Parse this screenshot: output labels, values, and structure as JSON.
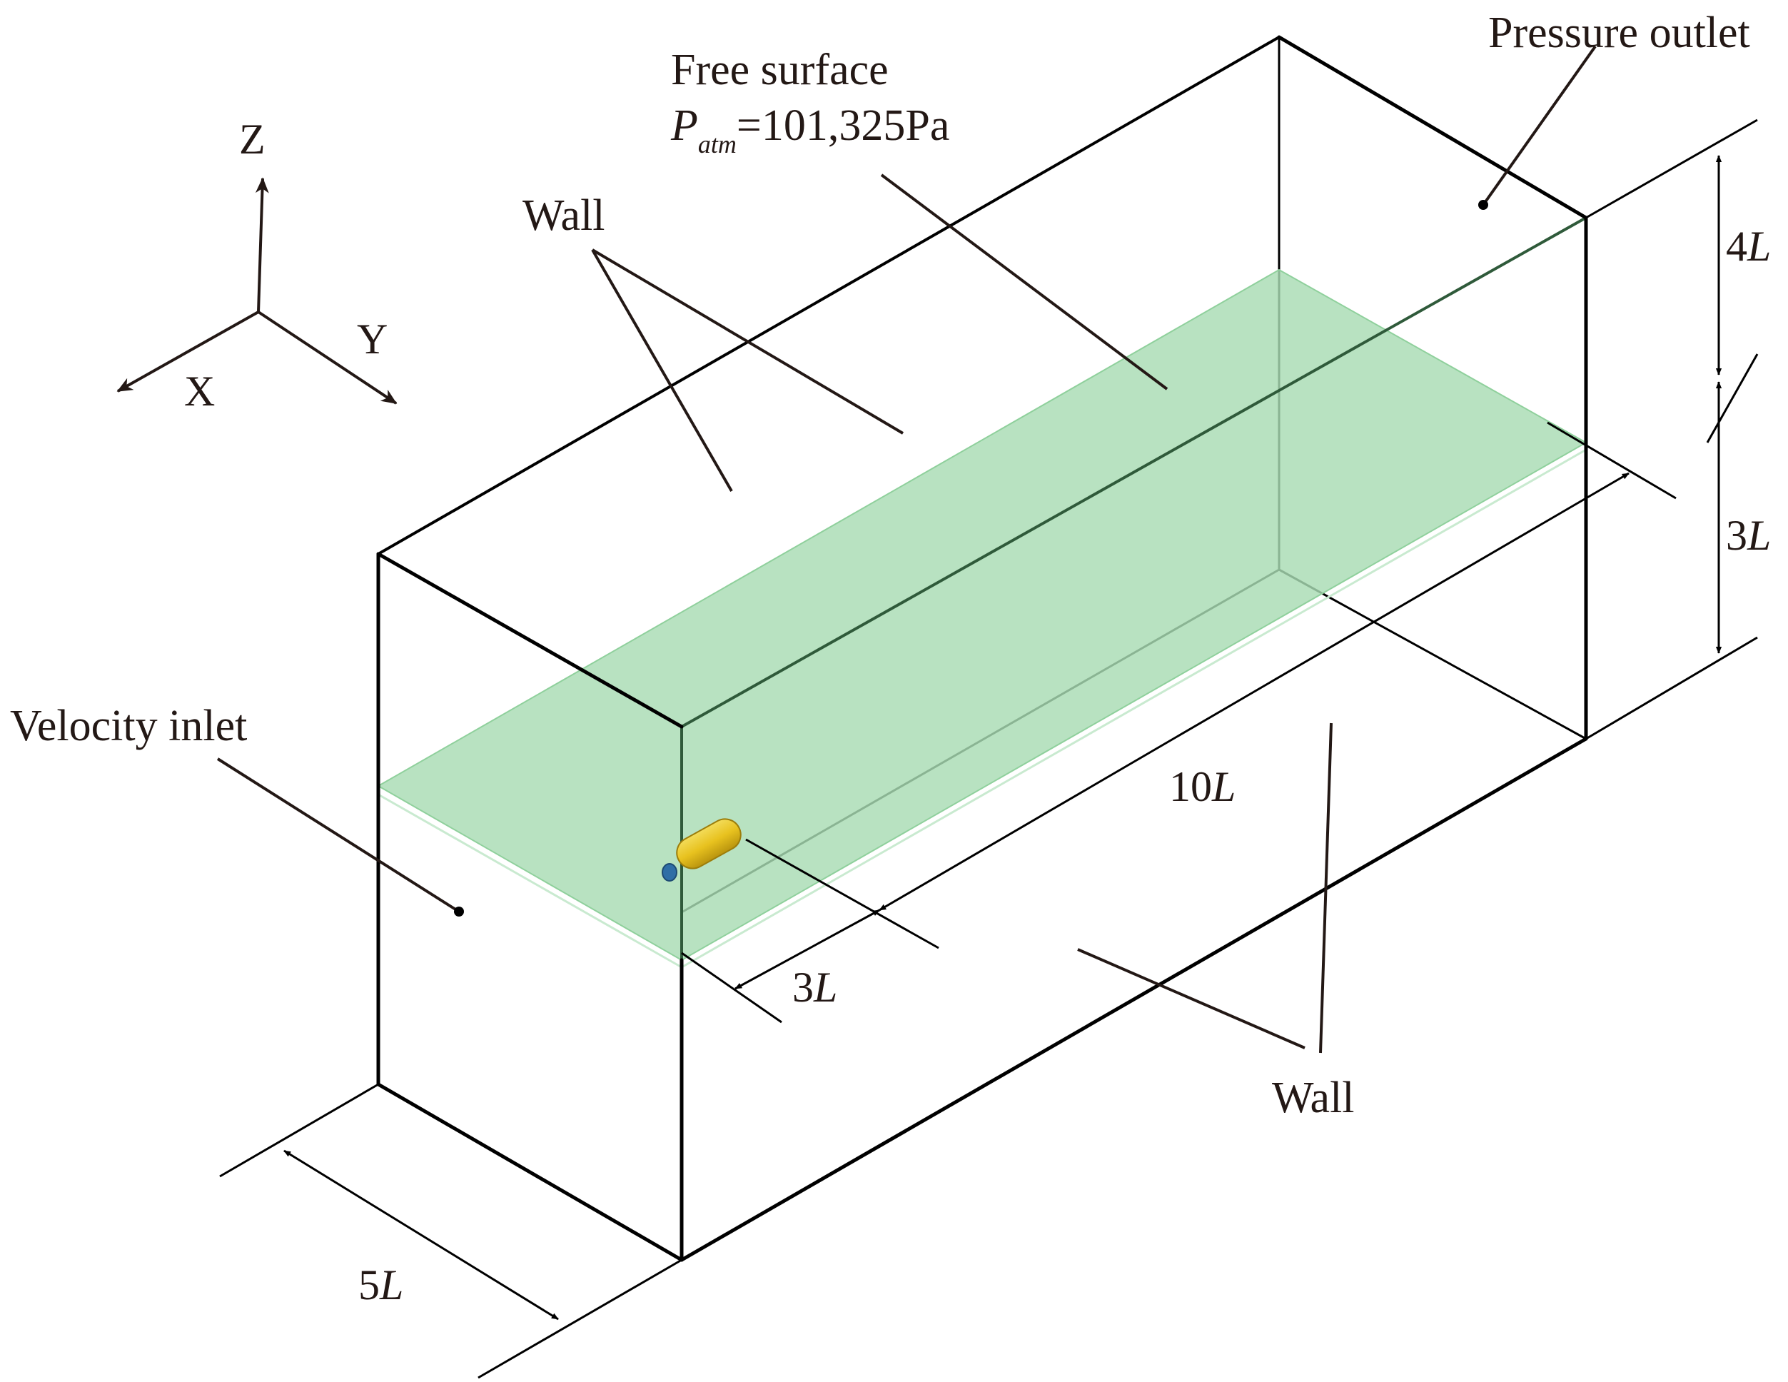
{
  "labels": {
    "free_surface": "Free surface",
    "patm_symbol": "P",
    "patm_subscript": "atm",
    "patm_value": "=101,325Pa",
    "pressure_outlet": "Pressure outlet",
    "wall_top": "Wall",
    "wall_bottom": "Wall",
    "velocity_inlet": "Velocity inlet"
  },
  "dimensions": {
    "height_above": {
      "num": "4",
      "unit": "L"
    },
    "depth_below": {
      "num": "3",
      "unit": "L"
    },
    "length": {
      "num": "10",
      "unit": "L"
    },
    "inlet_offset": {
      "num": "3",
      "unit": "L"
    },
    "width": {
      "num": "5",
      "unit": "L"
    }
  },
  "axes": {
    "z": "Z",
    "y": "Y",
    "x": "X"
  },
  "colors": {
    "free_surface_fill": "#a8dcb3",
    "body": "#e8c21f",
    "body_nose": "#2f6ea6",
    "line": "#000000",
    "text": "#231815"
  }
}
